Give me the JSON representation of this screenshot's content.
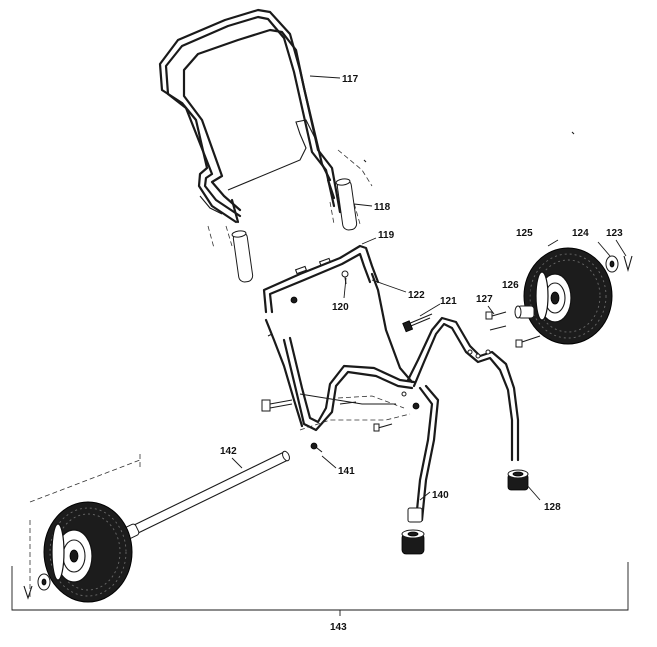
{
  "callouts": {
    "p117": "117",
    "p118": "118",
    "p119": "119",
    "p120": "120",
    "p121": "121",
    "p122": "122",
    "p123": "123",
    "p124": "124",
    "p125": "125",
    "p126": "126",
    "p127": "127",
    "p128": "128",
    "p140": "140",
    "p141": "141",
    "p142": "142",
    "p143": "143"
  }
}
